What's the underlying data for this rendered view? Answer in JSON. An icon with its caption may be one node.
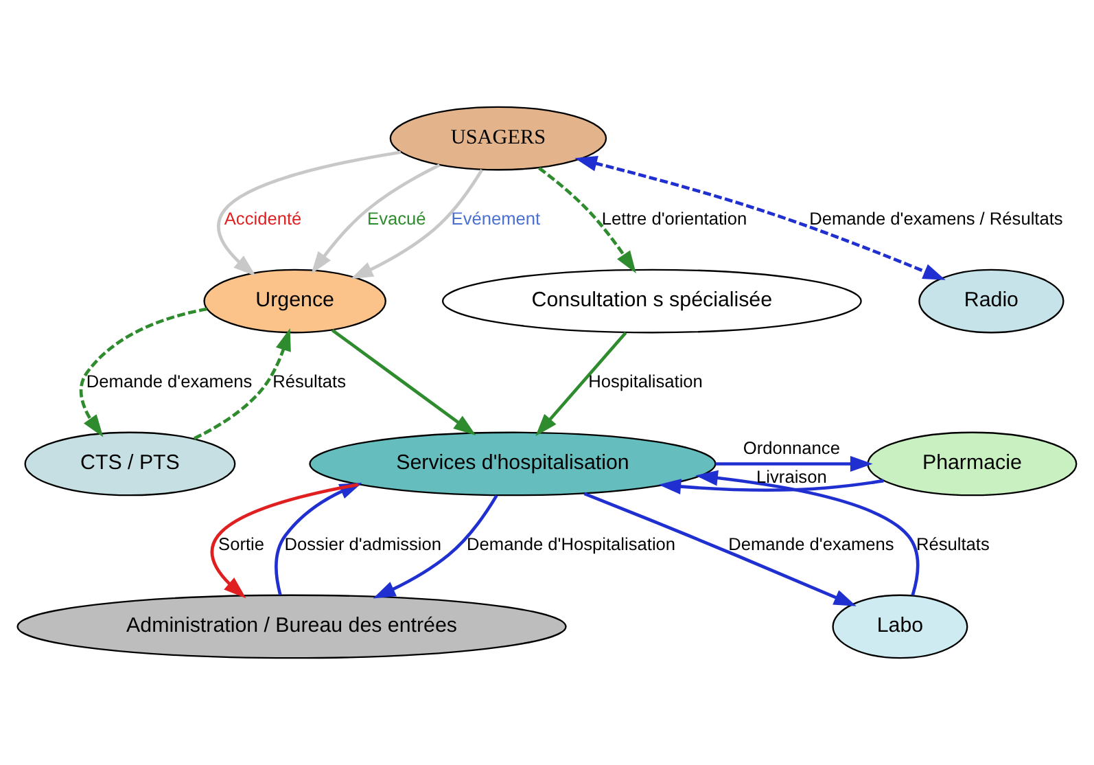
{
  "diagram": {
    "nodes": [
      {
        "text": [
          "USAGERS"
        ]
      },
      {
        "text": [
          "Urgence"
        ]
      },
      {
        "text": [
          "Consultation s spécialisée"
        ]
      },
      {
        "text": [
          "Administration / Bureau des entrées"
        ]
      },
      {
        "text": [
          "CTS / PTS"
        ]
      },
      {
        "text": [
          "Radio"
        ]
      },
      {
        "text": [
          "Labo"
        ]
      },
      {
        "text": [
          "Services d'hospitalisation"
        ]
      },
      {
        "text": [
          "Pharmacie"
        ]
      }
    ],
    "edges": [
      {
        "from": 0,
        "to": 2,
        "arrow": "to",
        "label": "Lettre d'orientation",
        "style": "dashed",
        "color": "#2e8b2e"
      },
      {
        "from": 0,
        "to": 1,
        "arrow": "to",
        "label": "Accidenté",
        "color": "#c8c8c8"
      },
      {
        "from": 0,
        "to": 1,
        "arrow": "to",
        "label": "Evacué",
        "color": "#c8c8c8"
      },
      {
        "from": 0,
        "to": 1,
        "arrow": "to",
        "label": "Evénement",
        "color": "#c8c8c8"
      },
      {
        "from": 0,
        "to": 5,
        "arrow": "both",
        "label": "Demande d'examens / Résultats",
        "style": "dashed"
      },
      {
        "from": 1,
        "to": 4,
        "arrow": "to",
        "label": "Demande d'examens",
        "style": "dashed",
        "color": "#2e8b2e"
      },
      {
        "from": 4,
        "to": 1,
        "arrow": "to",
        "label": "Résultats",
        "style": "dashed",
        "color": "#2e8b2e"
      },
      {
        "from": 1,
        "to": 7,
        "arrow": "to",
        "color": "#2e8b2e"
      },
      {
        "from": 2,
        "to": 7,
        "arrow": "to",
        "label": "Hospitalisation",
        "color": "#2e8b2e"
      },
      {
        "from": 3,
        "to": 7,
        "arrow": "to",
        "label": "Dossier d'admission"
      },
      {
        "from": 7,
        "to": 3,
        "arrow": "to",
        "label": "Demande d'Hospitalisation"
      },
      {
        "from": 7,
        "to": 3,
        "arrow": "to",
        "label": "Sortie",
        "color": "#e02020"
      },
      {
        "from": 7,
        "to": 8,
        "arrow": "to",
        "label": "Ordonnance"
      },
      {
        "from": 8,
        "to": 7,
        "arrow": "to",
        "label": "Livraison"
      },
      {
        "from": 7,
        "to": 6,
        "arrow": "to",
        "label": "Demande d'examens"
      },
      {
        "from": 6,
        "to": 7,
        "arrow": "to",
        "label": "Résultats"
      }
    ]
  }
}
